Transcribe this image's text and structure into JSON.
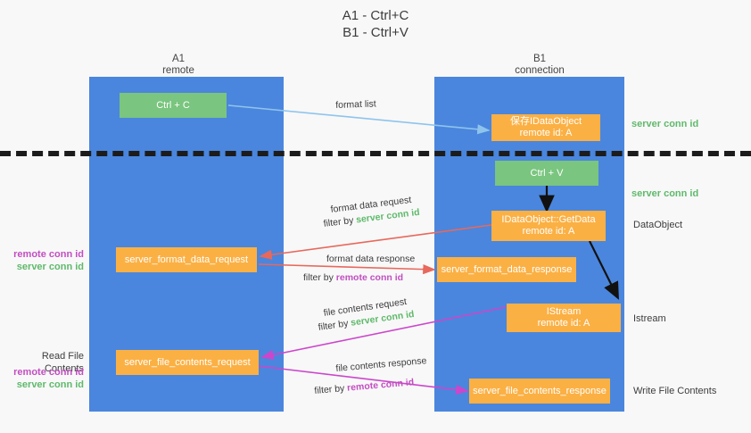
{
  "title": {
    "line1": "A1 - Ctrl+C",
    "line2": "B1 - Ctrl+V"
  },
  "lanes": [
    {
      "id": "a1",
      "name": "A1",
      "sub": "remote"
    },
    {
      "id": "b1",
      "name": "B1",
      "sub": "connection"
    }
  ],
  "nodes": {
    "ctrl_c": {
      "line1": "Ctrl + C",
      "line2": ""
    },
    "save_idataobject": {
      "line1": "保存IDataObject",
      "line2": "remote id: A"
    },
    "ctrl_v": {
      "line1": "Ctrl + V",
      "line2": ""
    },
    "idataobject_getdata": {
      "line1": "IDataObject::GetData",
      "line2": "remote id: A"
    },
    "istream": {
      "line1": "IStream",
      "line2": "remote id: A"
    },
    "server_format_data_request": {
      "line1": "server_format_data_request",
      "line2": ""
    },
    "server_format_data_response": {
      "line1": "server_format_data_response",
      "line2": ""
    },
    "server_file_contents_request": {
      "line1": "server_file_contents_request",
      "line2": ""
    },
    "server_file_contents_response": {
      "line1": "server_file_contents_response",
      "line2": ""
    }
  },
  "edge_captions": {
    "format_list": {
      "text": "format list"
    },
    "format_data_request": {
      "text": "format data request"
    },
    "format_data_request_filter_prefix": {
      "text": "filter by "
    },
    "format_data_request_filter_value": {
      "text": "server conn id"
    },
    "format_data_response": {
      "text": "format data response"
    },
    "format_data_response_filter_prefix": {
      "text": "filter by "
    },
    "format_data_response_filter_value": {
      "text": "remote conn id"
    },
    "file_contents_request": {
      "text": "file contents request"
    },
    "file_contents_request_filter_prefix": {
      "text": "filter by "
    },
    "file_contents_request_filter_value": {
      "text": "server conn id"
    },
    "file_contents_response": {
      "text": "file contents response"
    },
    "file_contents_response_filter_prefix": {
      "text": "filter by "
    },
    "file_contents_response_filter_value": {
      "text": "remote conn id"
    }
  },
  "right_labels": {
    "server_conn_id_top": "server conn id",
    "server_conn_id_second": "server conn id",
    "dataobject": "DataObject",
    "istream": "Istream",
    "write_file_contents": "Write File Contents"
  },
  "left_labels": {
    "remote_conn_id_1": "remote conn id",
    "server_conn_id_1": "server conn id",
    "read_file_contents": "Read File Contents",
    "remote_conn_id_2": "remote conn id",
    "server_conn_id_2": "server conn id"
  },
  "colors": {
    "lane_blue": "#4a86dd",
    "node_green": "#7ac57f",
    "node_orange": "#fbb044",
    "arrow_lightblue": "#8ec4ec",
    "arrow_red": "#e8685c",
    "arrow_magenta": "#cc46cc",
    "arrow_black": "#111111",
    "text_green": "#5fb96b",
    "text_purple": "#c24ec2",
    "background": "#f8f8f8"
  }
}
